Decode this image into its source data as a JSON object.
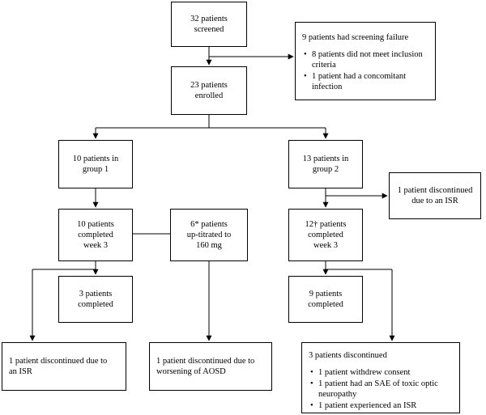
{
  "boxes": {
    "screened": [
      "32 patients",
      "screened"
    ],
    "screening_failure": {
      "heading": "9 patients had screening failure",
      "items": [
        "8 patients did not meet inclusion criteria",
        "1 patient had a concomitant infection"
      ]
    },
    "enrolled": [
      "23 patients",
      "enrolled"
    ],
    "group1": [
      "10 patients in",
      "group 1"
    ],
    "group2": [
      "13 patients in",
      "group 2"
    ],
    "isr_group2": [
      "1 patient discontinued",
      "due to an ISR"
    ],
    "g1_completed_w3": [
      "10 patients",
      "completed",
      "week 3"
    ],
    "uptitrated": [
      "6* patients",
      "up-titrated to",
      "160 mg"
    ],
    "g2_completed_w3": [
      "12† patients",
      "completed",
      "week 3"
    ],
    "g1_completed": [
      "3 patients",
      "completed"
    ],
    "g2_completed": [
      "9 patients",
      "completed"
    ],
    "g1_isr": [
      "1 patient discontinued due to",
      "an ISR"
    ],
    "aosd": [
      "1 patient discontinued due to",
      "worsening of AOSD"
    ],
    "g2_discontinued": {
      "heading": "3 patients discontinued",
      "items": [
        "1 patient withdrew consent",
        "1 patient had an SAE of toxic optic neuropathy",
        "1 patient experienced an ISR"
      ]
    }
  }
}
